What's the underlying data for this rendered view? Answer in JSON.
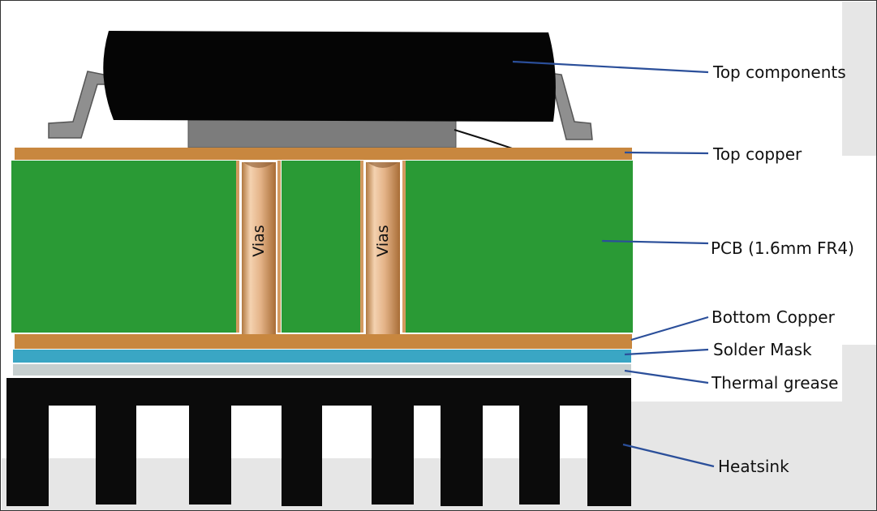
{
  "labels": {
    "top_components": "Top components",
    "top_copper": "Top copper",
    "pcb": "PCB (1.6mm FR4)",
    "bottom_copper": "Bottom Copper",
    "solder_mask": "Solder Mask",
    "thermal_grease": "Thermal grease",
    "heatsink": "Heatsink"
  },
  "vias": [
    "Vias",
    "Vias"
  ],
  "colors": {
    "pcb_green": "#2a9a35",
    "copper": "#c8873f",
    "via_copper": "#e2b488",
    "solder_mask": "#3aa6c4",
    "thermal_grease": "#c6cfcf",
    "heatsink": "#0b0b0b",
    "component": "#050505",
    "leader_line": "#2b4f9a",
    "background_shade": "#e6e6e6"
  }
}
